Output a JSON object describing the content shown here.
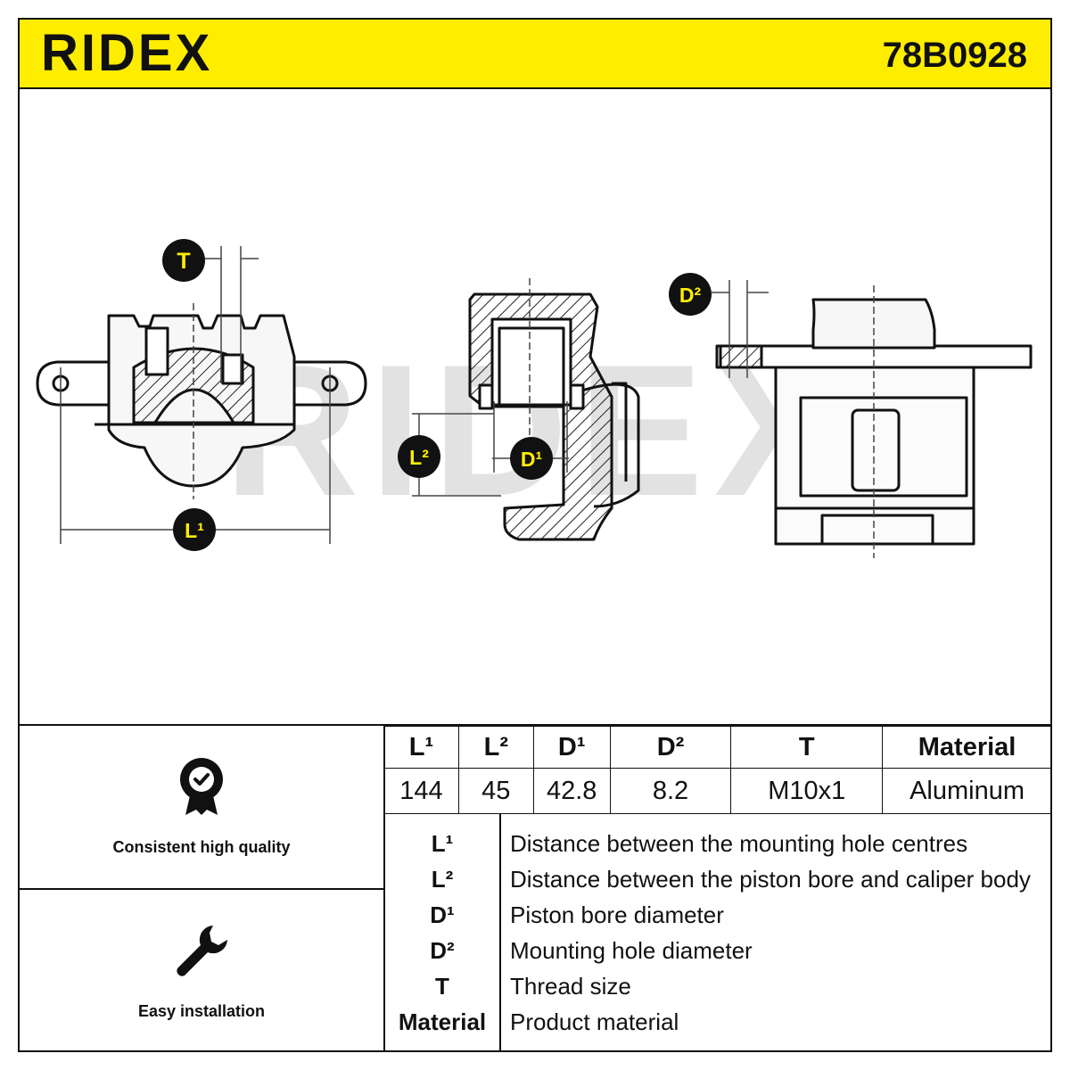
{
  "header": {
    "brand": "RIDEX",
    "part_number": "78B0928",
    "accent_color": "#ffed00"
  },
  "drawing": {
    "watermark": "RIDEX",
    "labels": {
      "T": "T",
      "L1": "L¹",
      "L2": "L²",
      "D1": "D¹",
      "D2": "D²"
    }
  },
  "features": [
    {
      "icon": "quality-badge-icon",
      "label": "Consistent high quality"
    },
    {
      "icon": "wrench-icon",
      "label": "Easy installation"
    }
  ],
  "specs": {
    "headers": [
      "L¹",
      "L²",
      "D¹",
      "D²",
      "T",
      "Material"
    ],
    "values": [
      "144",
      "45",
      "42.8",
      "8.2",
      "M10x1",
      "Aluminum"
    ]
  },
  "legend": [
    {
      "key": "L¹",
      "desc": "Distance between the mounting hole centres"
    },
    {
      "key": "L²",
      "desc": "Distance between the piston bore and caliper body"
    },
    {
      "key": "D¹",
      "desc": "Piston bore diameter"
    },
    {
      "key": "D²",
      "desc": "Mounting hole diameter"
    },
    {
      "key": "T",
      "desc": "Thread size"
    },
    {
      "key": "Material",
      "desc": "Product material"
    }
  ]
}
